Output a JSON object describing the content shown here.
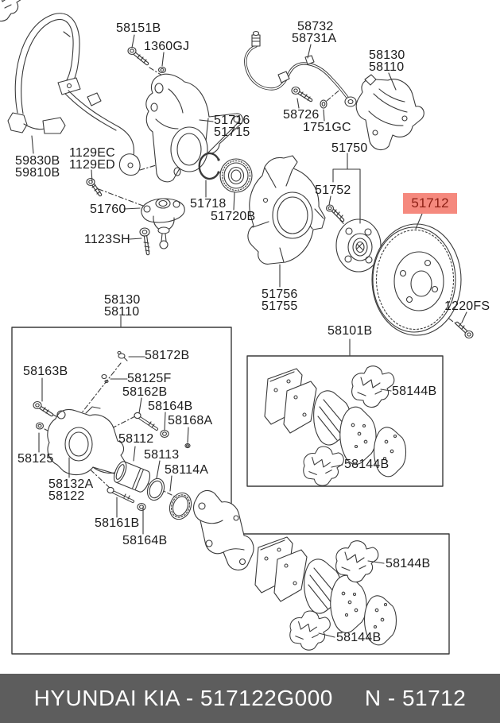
{
  "page": {
    "background": "#ffffff"
  },
  "diagram": {
    "type": "exploded-parts-diagram",
    "subject": "front axle brake assembly",
    "line_color": "#3a3a3a",
    "labels": {
      "l58151b": "58151B",
      "l1360gj": "1360GJ",
      "l58732": "58732",
      "l58731a": "58731A",
      "l58130_top": "58130",
      "l58110_top": "58110",
      "l51716": "51716",
      "l51715": "51715",
      "l58726": "58726",
      "l1751gc": "1751GC",
      "l51750": "51750",
      "l59830b": "59830B",
      "l59810b": "59810B",
      "l1129ec": "1129EC",
      "l1129ed": "1129ED",
      "l51760": "51760",
      "l51718": "51718",
      "l51720b": "51720B",
      "l51752": "51752",
      "l1123sh": "1123SH",
      "l58130_mid": "58130",
      "l58110_mid": "58110",
      "l51756": "51756",
      "l51755": "51755",
      "l58101b": "58101B",
      "l1220fs": "1220FS",
      "l58172b": "58172B",
      "l58163b": "58163B",
      "l58125f": "58125F",
      "l58162b": "58162B",
      "l58164b_up": "58164B",
      "l58168a": "58168A",
      "l58112": "58112",
      "l58113": "58113",
      "l58114a": "58114A",
      "l58125": "58125",
      "l58132a": "58132A",
      "l58122": "58122",
      "l58161b": "58161B",
      "l58164b_low": "58164B",
      "l58144b_1": "58144B",
      "l58144b_2": "58144B",
      "l58144b_3": "58144B",
      "l58144b_4": "58144B"
    }
  },
  "highlight": {
    "code": "51712",
    "bg_color": "#f5897e",
    "text_color": "#8e2015"
  },
  "footer": {
    "brand_part": "HYUNDAI  KIA - 517122G000",
    "catalog_ref": "N - 51712",
    "bg_color": "#5d5d5d",
    "text_color": "#ffffff"
  }
}
